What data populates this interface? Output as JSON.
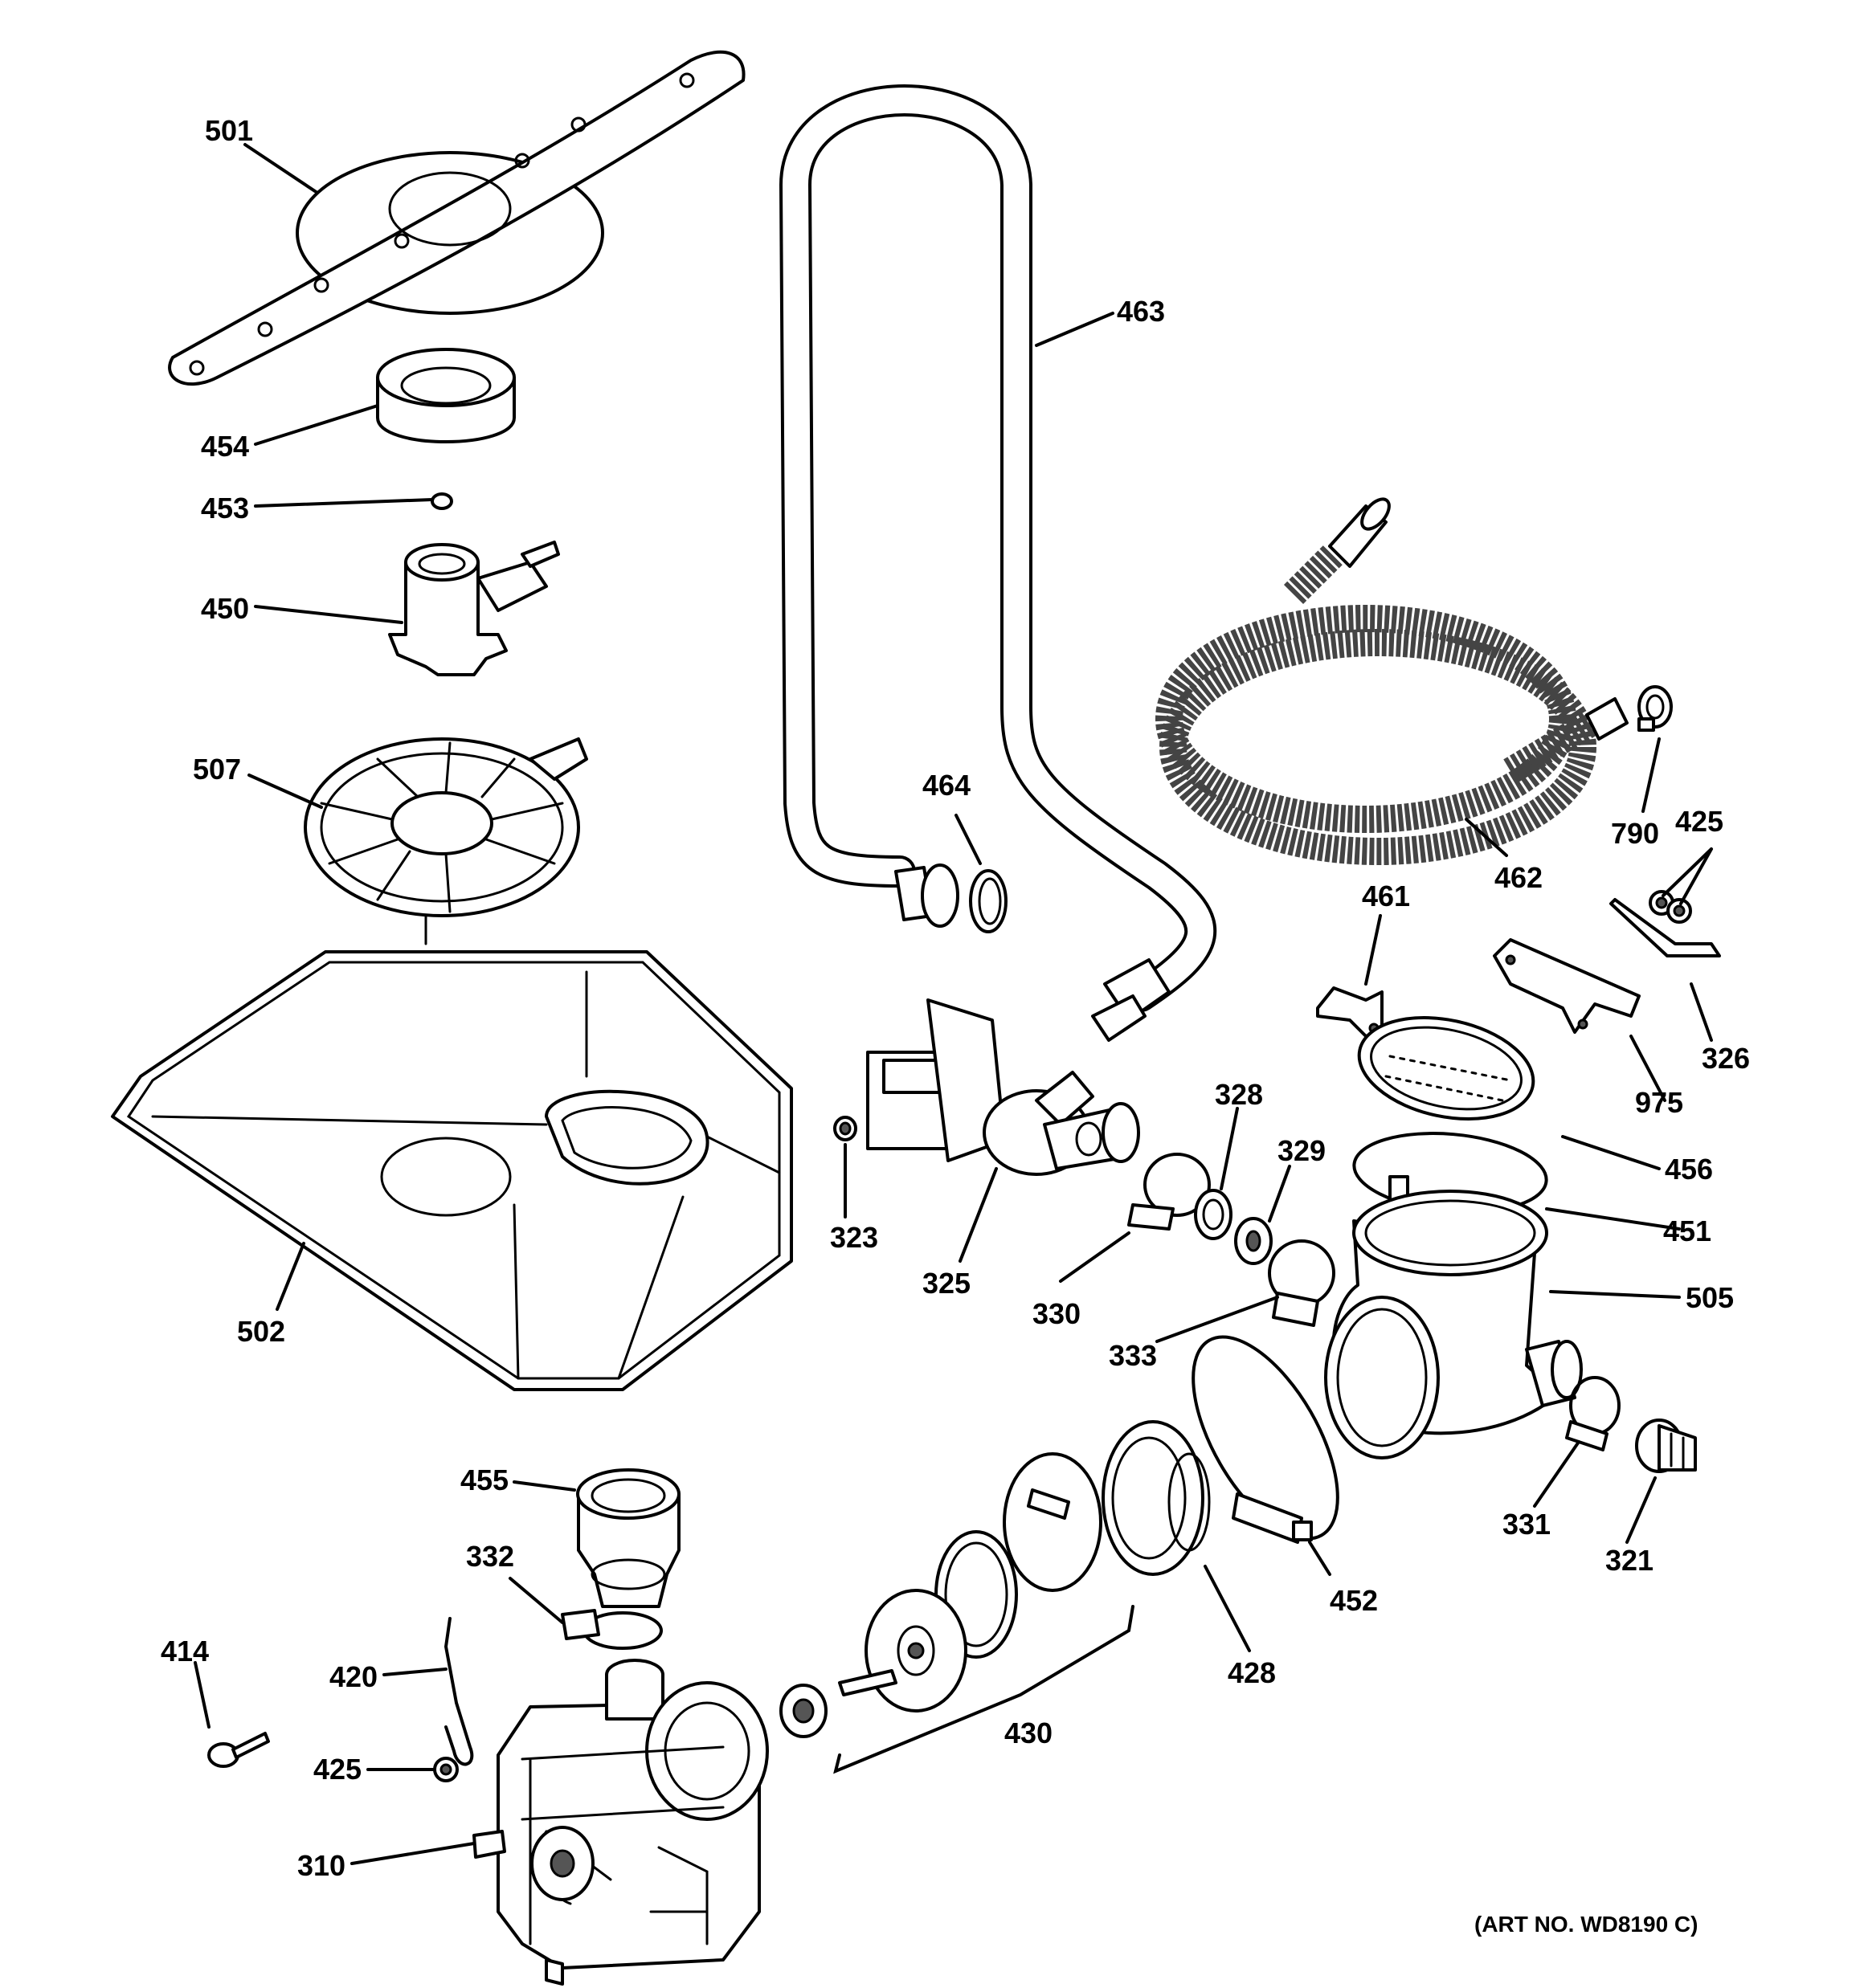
{
  "callouts": {
    "c501": "501",
    "c454": "454",
    "c453": "453",
    "c450": "450",
    "c507": "507",
    "c502": "502",
    "c463": "463",
    "c464": "464",
    "c462": "462",
    "c790": "790",
    "c425a": "425",
    "c461": "461",
    "c975": "975",
    "c326": "326",
    "c328": "328",
    "c329": "329",
    "c323": "323",
    "c325": "325",
    "c330": "330",
    "c333": "333",
    "c456": "456",
    "c451": "451",
    "c505": "505",
    "c331": "331",
    "c321": "321",
    "c455": "455",
    "c332": "332",
    "c414": "414",
    "c420": "420",
    "c425b": "425",
    "c310": "310",
    "c430": "430",
    "c428": "428",
    "c452": "452"
  },
  "art_number": "(ART NO. WD8190 C)"
}
